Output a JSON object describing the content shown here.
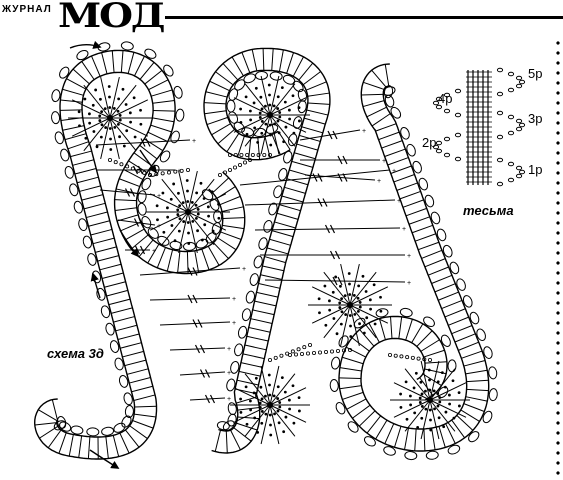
{
  "header": {
    "brand_small": "ЖУРНАЛ",
    "brand_big": "МОД"
  },
  "labels": {
    "scheme": "схема 3д",
    "tape": "тесьма",
    "rows": [
      "1р",
      "2р",
      "3р",
      "4р",
      "5р"
    ]
  }
}
